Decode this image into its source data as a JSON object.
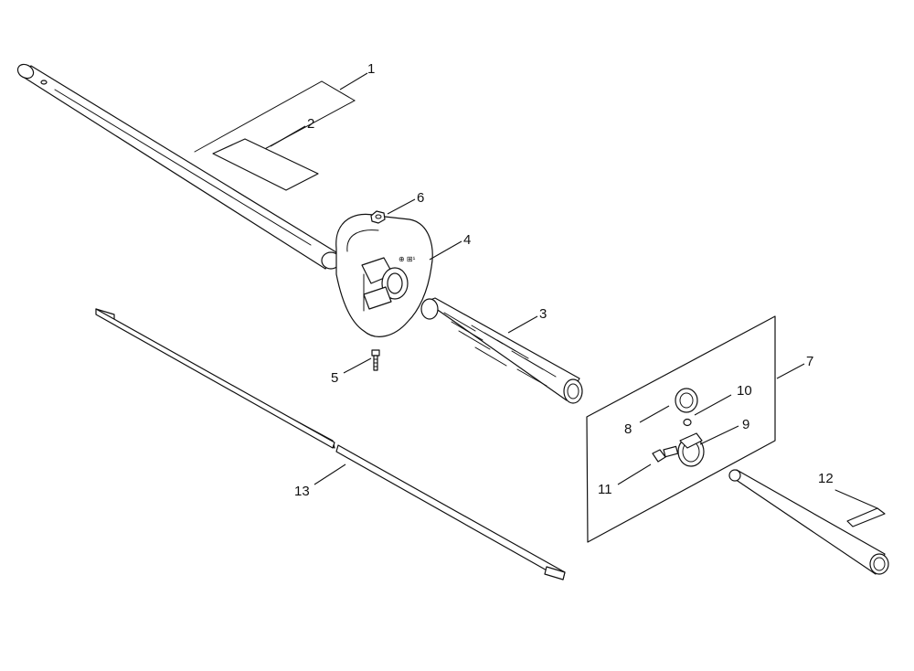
{
  "diagram": {
    "callouts": [
      "1",
      "2",
      "3",
      "4",
      "5",
      "6",
      "7",
      "8",
      "9",
      "10",
      "11",
      "12",
      "13"
    ],
    "decal_mark": "⊕ ⊞¹"
  }
}
